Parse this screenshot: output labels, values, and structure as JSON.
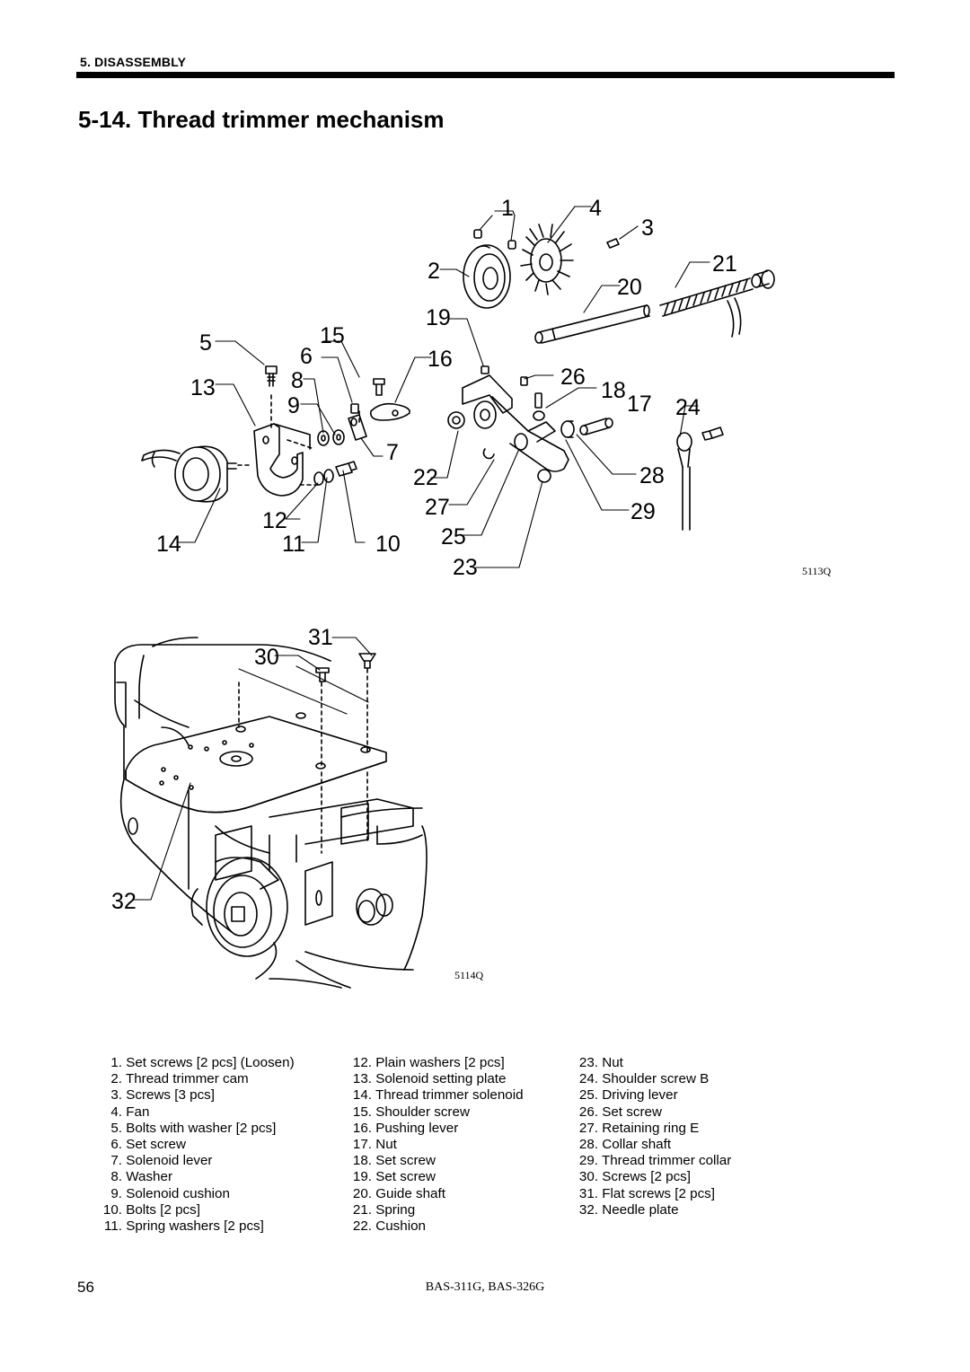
{
  "header": {
    "section": "5. DISASSEMBLY",
    "title": "5-14. Thread trimmer mechanism"
  },
  "figures": {
    "upper_code": "5113Q",
    "lower_code": "5114Q",
    "callouts": [
      "1",
      "2",
      "3",
      "4",
      "5",
      "6",
      "7",
      "8",
      "9",
      "10",
      "11",
      "12",
      "13",
      "14",
      "15",
      "16",
      "17",
      "18",
      "19",
      "20",
      "21",
      "22",
      "23",
      "24",
      "25",
      "26",
      "27",
      "28",
      "29",
      "30",
      "31",
      "32"
    ]
  },
  "parts": {
    "col1": [
      {
        "num": "1.",
        "name": "Set screws [2 pcs] (Loosen)"
      },
      {
        "num": "2.",
        "name": "Thread trimmer cam"
      },
      {
        "num": "3.",
        "name": "Screws [3 pcs]"
      },
      {
        "num": "4.",
        "name": "Fan"
      },
      {
        "num": "5.",
        "name": "Bolts with washer [2 pcs]"
      },
      {
        "num": "6.",
        "name": "Set screw"
      },
      {
        "num": "7.",
        "name": "Solenoid lever"
      },
      {
        "num": "8.",
        "name": "Washer"
      },
      {
        "num": "9.",
        "name": "Solenoid cushion"
      },
      {
        "num": "10.",
        "name": "Bolts [2 pcs]"
      },
      {
        "num": "11.",
        "name": "Spring washers [2 pcs]"
      }
    ],
    "col2": [
      {
        "num": "12.",
        "name": "Plain washers [2 pcs]"
      },
      {
        "num": "13.",
        "name": "Solenoid setting plate"
      },
      {
        "num": "14.",
        "name": "Thread trimmer solenoid"
      },
      {
        "num": "15.",
        "name": "Shoulder screw"
      },
      {
        "num": "16.",
        "name": "Pushing lever"
      },
      {
        "num": "17.",
        "name": "Nut"
      },
      {
        "num": "18.",
        "name": "Set screw"
      },
      {
        "num": "19.",
        "name": "Set screw"
      },
      {
        "num": "20.",
        "name": "Guide shaft"
      },
      {
        "num": "21.",
        "name": "Spring"
      },
      {
        "num": "22.",
        "name": "Cushion"
      }
    ],
    "col3": [
      {
        "num": "23.",
        "name": "Nut"
      },
      {
        "num": "24.",
        "name": "Shoulder screw B"
      },
      {
        "num": "25.",
        "name": "Driving lever"
      },
      {
        "num": "26.",
        "name": "Set screw"
      },
      {
        "num": "27.",
        "name": "Retaining ring E"
      },
      {
        "num": "28.",
        "name": "Collar shaft"
      },
      {
        "num": "29.",
        "name": "Thread trimmer collar"
      },
      {
        "num": "30.",
        "name": "Screws [2 pcs]"
      },
      {
        "num": "31.",
        "name": "Flat screws [2 pcs]"
      },
      {
        "num": "32.",
        "name": "Needle plate"
      }
    ]
  },
  "footer": {
    "page_number": "56",
    "model": "BAS-311G, BAS-326G"
  }
}
